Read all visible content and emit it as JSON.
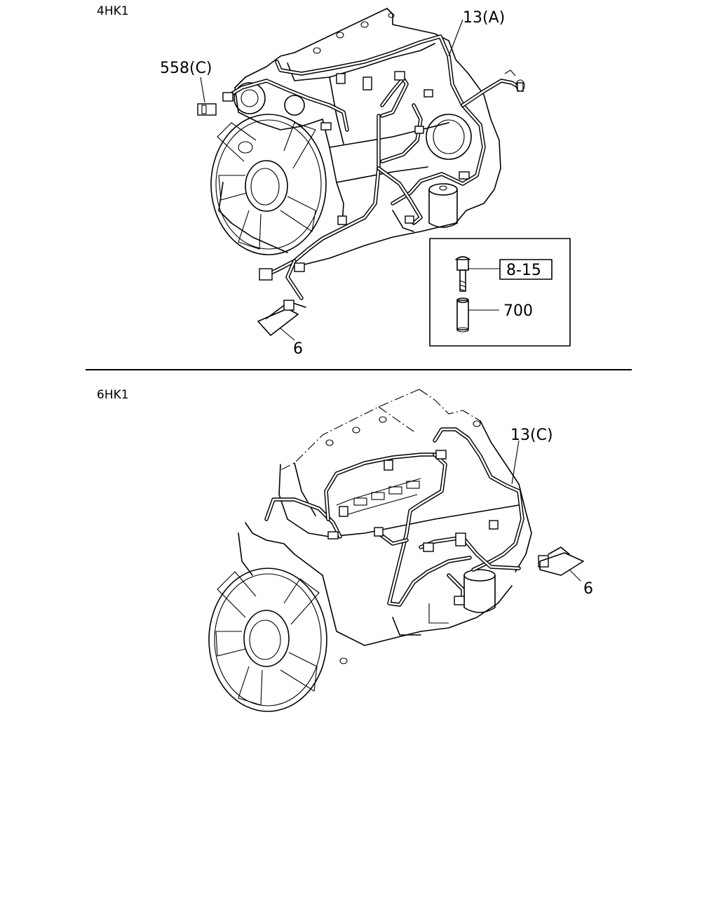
{
  "sections": [
    {
      "engine_label": "4HK1",
      "callouts": {
        "harness": "13(A)",
        "connector": "558(C)",
        "bracket": "6"
      },
      "inset": {
        "bolt_ref": "8-15",
        "sleeve_ref": "700"
      }
    },
    {
      "engine_label": "6HK1",
      "callouts": {
        "harness": "13(C)",
        "bracket": "6"
      }
    }
  ]
}
